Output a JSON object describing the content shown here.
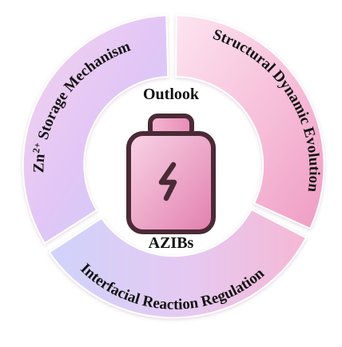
{
  "diagram": {
    "segments": [
      {
        "id": "zn-storage",
        "label_main": "Zn",
        "label_sup": "2+",
        "label_rest": " Storage Mechanism",
        "colors": [
          "#f5d3ec",
          "#e2c6f6",
          "#c6cdf7"
        ]
      },
      {
        "id": "structural",
        "label": "Structural Dynamic Evolution",
        "colors": [
          "#fde4f0",
          "#f6bed9",
          "#ef9cc3"
        ]
      },
      {
        "id": "interfacial",
        "label": "Interfacial Reaction Regulation",
        "colors": [
          "#cfd3fb",
          "#e6c9f1",
          "#f5b8d4"
        ]
      }
    ],
    "center": {
      "top_label": "Outlook",
      "bottom_label": "AZIBs",
      "icon": "battery-bolt-icon",
      "icon_gradient": [
        "#f6c3dc",
        "#e27fae"
      ],
      "icon_stroke": "#4a2a35"
    }
  }
}
